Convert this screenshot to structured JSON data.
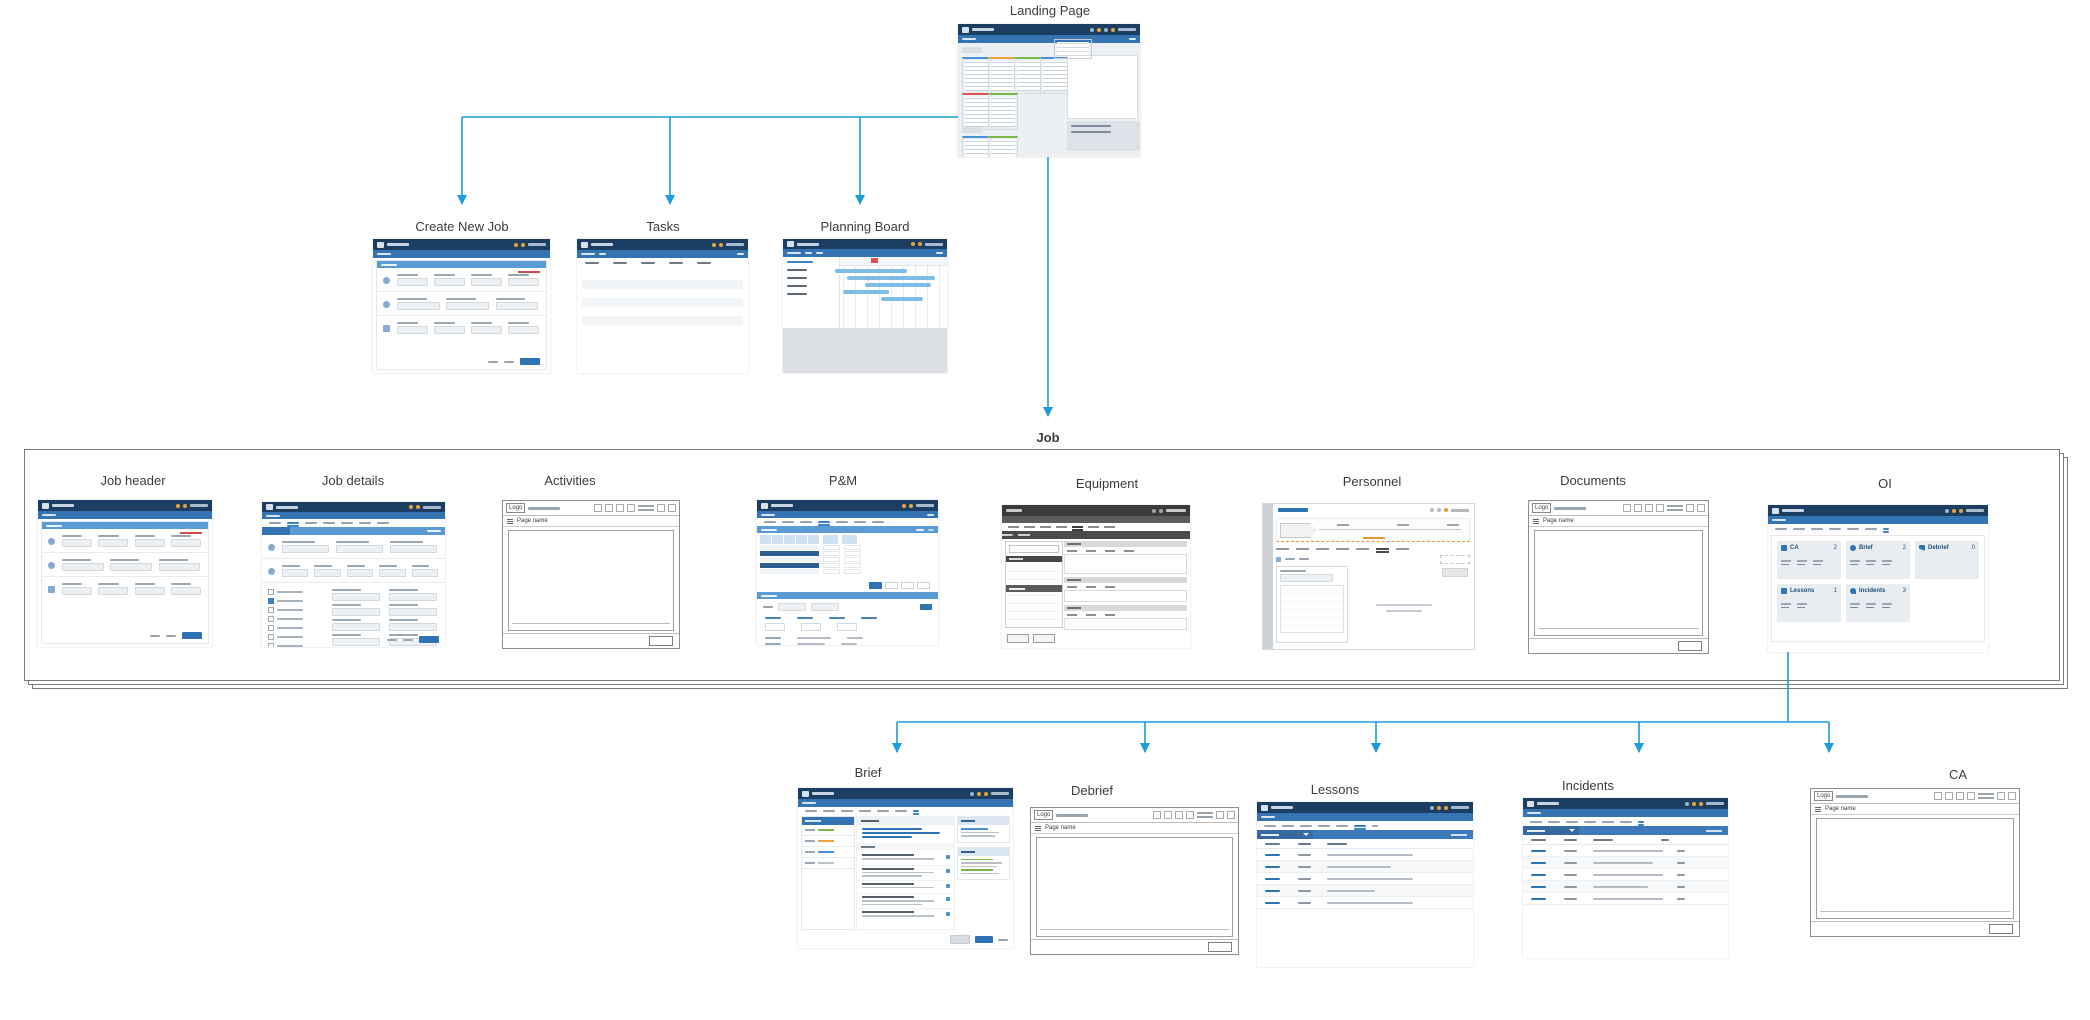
{
  "diagram": {
    "nodes": {
      "landing_page": {
        "label": "Landing Page"
      },
      "create_new_job": {
        "label": "Create New Job"
      },
      "tasks": {
        "label": "Tasks"
      },
      "planning_board": {
        "label": "Planning Board"
      },
      "job": {
        "label": "Job"
      },
      "job_header": {
        "label": "Job header"
      },
      "job_details": {
        "label": "Job details"
      },
      "activities": {
        "label": "Activities"
      },
      "pm": {
        "label": "P&M"
      },
      "equipment": {
        "label": "Equipment"
      },
      "personnel": {
        "label": "Personnel"
      },
      "documents": {
        "label": "Documents"
      },
      "oi": {
        "label": "OI"
      },
      "brief": {
        "label": "Brief"
      },
      "debrief": {
        "label": "Debrief"
      },
      "lessons": {
        "label": "Lessons"
      },
      "incidents": {
        "label": "Incidents"
      },
      "ca": {
        "label": "CA"
      }
    },
    "oi_dashboard_cards": [
      {
        "label": "CA",
        "count": "2"
      },
      {
        "label": "Brief",
        "count": "2"
      },
      {
        "label": "Debrief",
        "count": "0"
      },
      {
        "label": "Lessons",
        "count": "1"
      },
      {
        "label": "Incidents",
        "count": "3"
      }
    ],
    "wireframe_window": {
      "logo_label": "Logo",
      "page_title": "Page name"
    },
    "colors": {
      "connector": "#1B9DD9",
      "header_navy": "#1C3E63",
      "subbar_blue": "#3574B3",
      "section_blue": "#5B9BD5",
      "accent_blue": "#2E74B5",
      "gantt_bar": "#7FBDE7",
      "equipment_dark": "#3B3B3B",
      "personnel_orange": "#E8972F",
      "status_green": "#7AB648",
      "status_amber": "#E8A33D",
      "alert_red": "#E05252",
      "group_border": "#7A7A7A"
    }
  }
}
